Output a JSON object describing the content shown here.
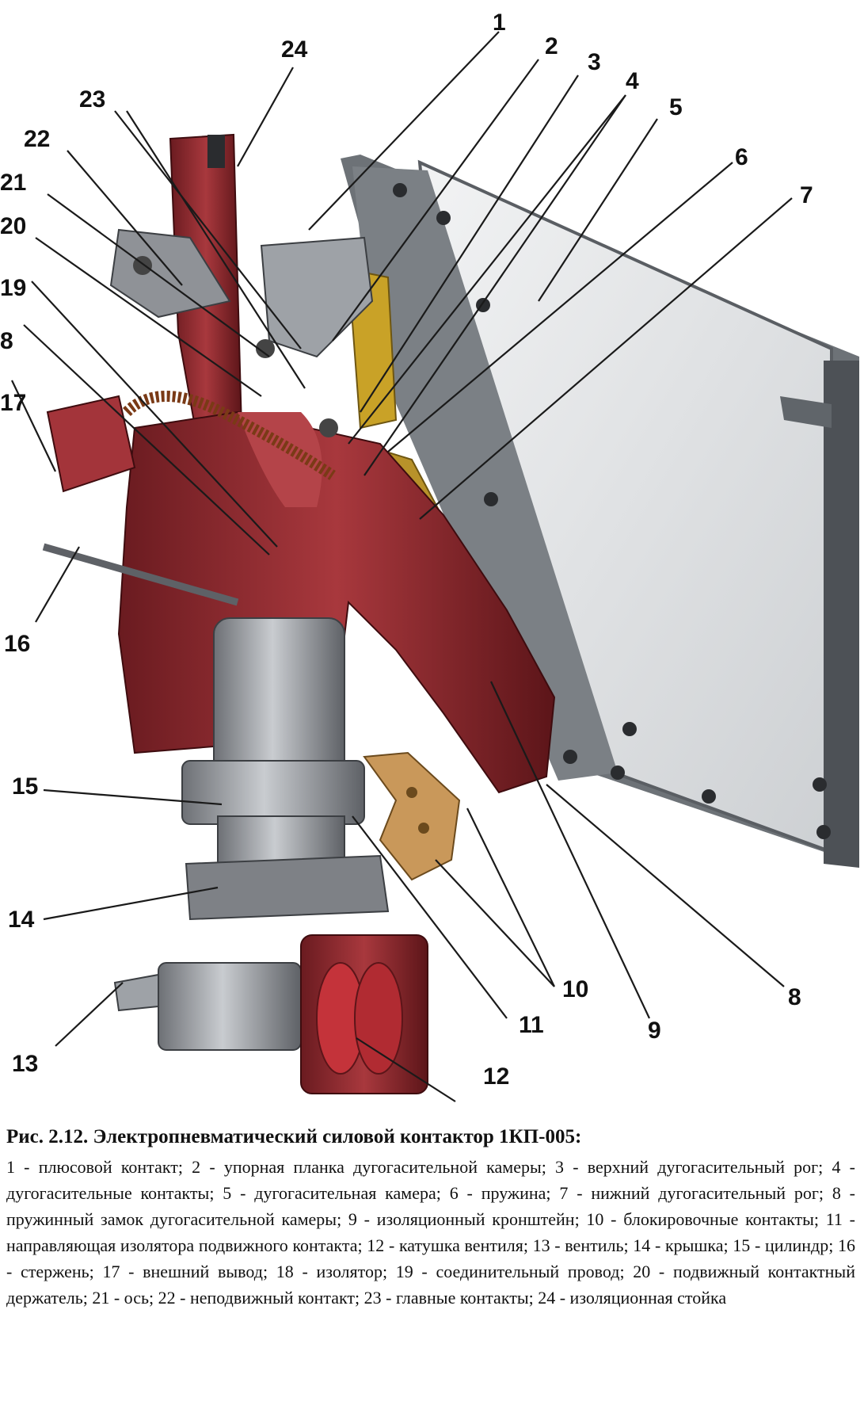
{
  "figure": {
    "callouts": [
      "1",
      "2",
      "3",
      "4",
      "5",
      "6",
      "7",
      "8",
      "9",
      "10",
      "11",
      "12",
      "13",
      "14",
      "15",
      "16",
      "17",
      "19",
      "20",
      "21",
      "22",
      "23",
      "24"
    ]
  },
  "caption": {
    "title": "Рис. 2.12. Электропневматический силовой контактор 1КП-005:",
    "legend": "1 - плюсовой контакт; 2 - упорная планка дугогасительной камеры; 3 - верхний дугогасительный рог; 4 - дугогасительные контакты; 5 - дугогасительная камера; 6 - пружина; 7 - нижний дугогасительный рог; 8 - пружинный замок дугогасительной камеры; 9 - изоляционный кронштейн; 10 - блокировочные контакты; 11 - направляющая изолятора подвижного контакта; 12 - катушка вентиля; 13 - вентиль; 14 - крышка; 15 - цилиндр; 16 - стержень; 17 - внешний вывод; 18 - изолятор; 19 - соединительный провод; 20 - подвижный контактный держатель; 21 - ось; 22 - неподвижный контакт; 23 - главные контакты; 24 - изоляционная стойка"
  },
  "colors": {
    "red_part": "#8e2a2e",
    "metal": "#8f9297",
    "brass": "#c9a227",
    "plate": "#e4e6e8"
  }
}
